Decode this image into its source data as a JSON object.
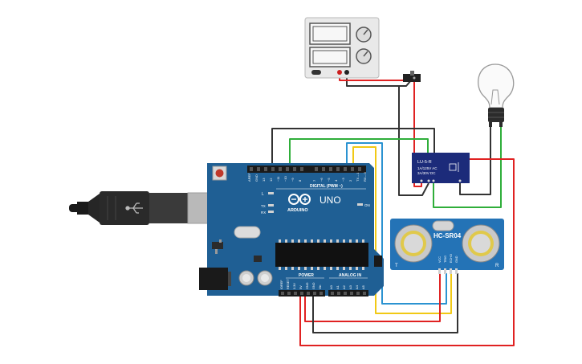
{
  "colors": {
    "board": "#1f5f94",
    "board_dark": "#174a74",
    "wire_red": "#e02222",
    "wire_black": "#333333",
    "wire_green": "#2fae3a",
    "wire_yellow": "#f1c915",
    "wire_blue": "#2b93d1",
    "sensor_blue": "#2473b6",
    "relay_blue": "#1c2b7a"
  },
  "arduino": {
    "logo_text": "ARDUINO",
    "model_text": "UNO",
    "digital_label": "DIGITAL (PWM ~)",
    "power_label": "POWER",
    "analog_label": "ANALOG IN",
    "on_label": "ON",
    "l_label": "L",
    "tx_label": "TX",
    "rx_label": "RX",
    "top_pins": [
      "AREF",
      "GND",
      "13",
      "12",
      "~11",
      "~10",
      "~9",
      "8",
      "7",
      "~6",
      "~5",
      "4",
      "~3",
      "2",
      "TX→1",
      "RX←0"
    ],
    "power_pins": [
      "IOREF",
      "RESET",
      "3.3V",
      "5V",
      "GND",
      "GND",
      "Vin"
    ],
    "analog_pins": [
      "A0",
      "A1",
      "A2",
      "A3",
      "A4",
      "A5"
    ]
  },
  "sensor": {
    "name": "HC-SR04",
    "left_mark": "T",
    "right_mark": "R",
    "pins": [
      "VCC",
      "TRIG",
      "ECHO",
      "GND"
    ]
  },
  "relay": {
    "name": "LU-5-R",
    "line1": "1A/125V AC",
    "line2": "3A/30V DC"
  }
}
